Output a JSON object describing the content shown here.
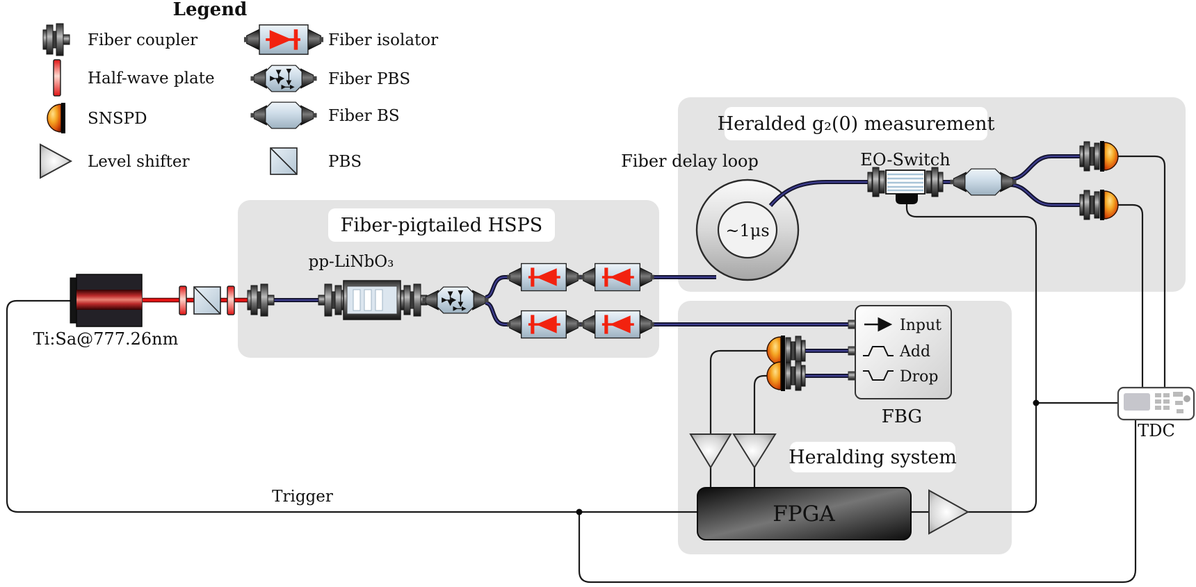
{
  "legend": {
    "title": "Legend",
    "items": [
      {
        "icon": "fiber-coupler-icon",
        "label": "Fiber coupler"
      },
      {
        "icon": "half-wave-plate-icon",
        "label": "Half-wave plate"
      },
      {
        "icon": "snspd-icon",
        "label": "SNSPD"
      },
      {
        "icon": "level-shifter-icon",
        "label": "Level shifter"
      },
      {
        "icon": "fiber-isolator-icon",
        "label": "Fiber isolator"
      },
      {
        "icon": "fiber-pbs-icon",
        "label": "Fiber PBS"
      },
      {
        "icon": "fiber-bs-icon",
        "label": "Fiber BS"
      },
      {
        "icon": "pbs-icon",
        "label": "PBS"
      }
    ]
  },
  "source": {
    "laser_label": "Ti:Sa@777.26nm"
  },
  "hsps": {
    "title": "Fiber-pigtailed HSPS",
    "crystal_label": "pp-LiNbO₃"
  },
  "g2": {
    "title": "Heralded g₂(0) measurement",
    "delay_loop_label": "Fiber delay loop",
    "delay_value": "~1μs",
    "eo_switch_label": "EO-Switch"
  },
  "fbg": {
    "label": "FBG",
    "ports": [
      "Input",
      "Add",
      "Drop"
    ]
  },
  "heralding": {
    "title": "Heralding system",
    "fpga_label": "FPGA"
  },
  "tdc": {
    "label": "TDC"
  },
  "trigger_label": "Trigger",
  "colors": {
    "panel_gray": "#e4e4e4",
    "fiber_blue": "#26265a",
    "beam_red": "#e21414",
    "isolator_red": "#f2220f",
    "snspd_orange": "#e87010"
  }
}
